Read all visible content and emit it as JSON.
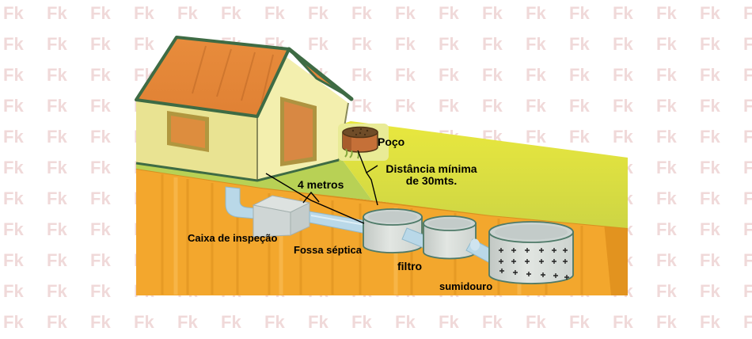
{
  "watermark": {
    "text": "Fk"
  },
  "diagram": {
    "labels": {
      "well": "Poço",
      "min_distance_line1": "Distância mínima",
      "min_distance_line2": "de 30mts.",
      "house_distance": "4 metros",
      "inspection_box": "Caixa de inspeção",
      "septic_tank": "Fossa séptica",
      "filter": "filtro",
      "drain_pit": "sumidouro"
    },
    "palette": {
      "roof_orange": "#e5873a",
      "trim_green": "#3e6b44",
      "wall_front": "#f3efae",
      "wall_side": "#e9e392",
      "door_orange": "#d88843",
      "frame_olive": "#ae9340",
      "grass_field": "#dfe040",
      "grass_strip": "#b8d155",
      "soil_orange": "#f3a72d",
      "pipe_blue": "#b9d8e8",
      "tank_gray": "#d7dbd7",
      "well_brown": "#c57038",
      "label_text": "#000000",
      "watermark_pink": "#f0d9d9"
    }
  }
}
